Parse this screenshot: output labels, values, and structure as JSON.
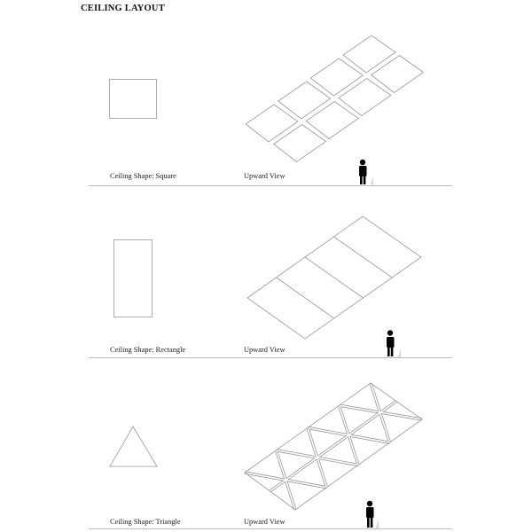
{
  "title": "CEILING LAYOUT",
  "colors": {
    "line": "#9a9a9a",
    "figure": "#000000",
    "rule": "#bdbdbd",
    "wedge": "#d6d6d6"
  },
  "panels": [
    {
      "shape": "Square",
      "shape_label": "Ceiling Shape: Square",
      "view_label": "Upward View",
      "grid": "2 rows x 4 columns of square tiles (isometric, gapped)"
    },
    {
      "shape": "Rectangle",
      "shape_label": "Ceiling Shape: Rectangle",
      "view_label": "Upward View",
      "grid": "1 row x 4 rectangular panels (isometric)"
    },
    {
      "shape": "Triangle",
      "shape_label": "Ceiling Shape: Triangle",
      "view_label": "Upward View",
      "grid": "triangular tiling within isometric parallelogram (16 triangles)"
    }
  ],
  "icons": {
    "scale_figure": "person-icon",
    "scale_shadow": "wedge-shadow-icon"
  }
}
